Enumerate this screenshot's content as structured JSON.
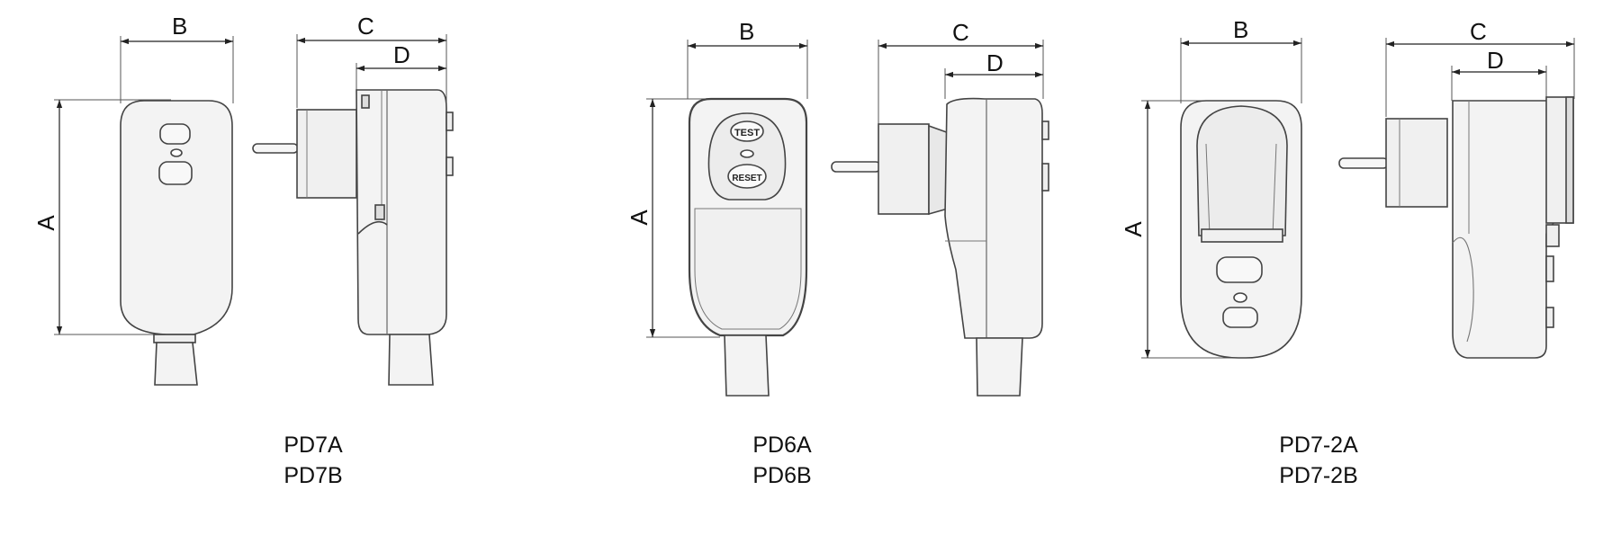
{
  "dimension_labels": {
    "a": "A",
    "b": "B",
    "c": "C",
    "d": "D"
  },
  "button_labels": {
    "test": "TEST",
    "reset": "RESET"
  },
  "models": [
    {
      "id": "pd7",
      "line1": "PD7A",
      "line2": "PD7B"
    },
    {
      "id": "pd6",
      "line1": "PD6A",
      "line2": "PD6B"
    },
    {
      "id": "pd7-2",
      "line1": "PD7-2A",
      "line2": "PD7-2B"
    }
  ]
}
